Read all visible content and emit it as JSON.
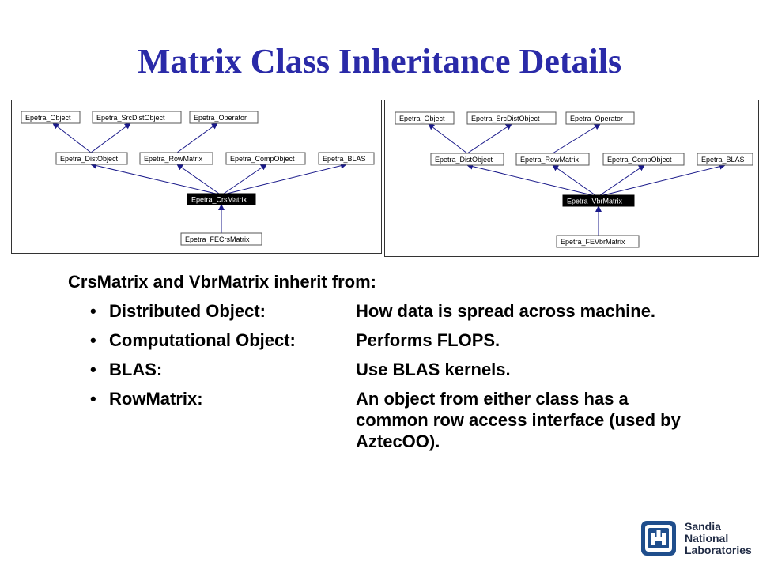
{
  "title": "Matrix Class Inheritance Details",
  "diagrams": {
    "left": {
      "top_row": [
        "Epetra_Object",
        "Epetra_SrcDistObject",
        "Epetra_Operator"
      ],
      "mid_row": [
        "Epetra_DistObject",
        "Epetra_RowMatrix",
        "Epetra_CompObject",
        "Epetra_BLAS"
      ],
      "focus": "Epetra_CrsMatrix",
      "child": "Epetra_FECrsMatrix"
    },
    "right": {
      "top_row": [
        "Epetra_Object",
        "Epetra_SrcDistObject",
        "Epetra_Operator"
      ],
      "mid_row": [
        "Epetra_DistObject",
        "Epetra_RowMatrix",
        "Epetra_CompObject",
        "Epetra_BLAS"
      ],
      "focus": "Epetra_VbrMatrix",
      "child": "Epetra_FEVbrMatrix"
    }
  },
  "content": {
    "intro": "CrsMatrix and VbrMatrix inherit from:",
    "bullets": [
      {
        "term": "Distributed Object:",
        "desc": "How data is spread across machine."
      },
      {
        "term": "Computational Object:",
        "desc": "Performs FLOPS."
      },
      {
        "term": "BLAS:",
        "desc": "Use BLAS kernels."
      },
      {
        "term": "RowMatrix:",
        "desc": "An object from either class has a common row access interface (used by AztecOO)."
      }
    ]
  },
  "logo": {
    "line1": "Sandia",
    "line2": "National",
    "line3": "Laboratories",
    "color": "#1f4e8c"
  }
}
